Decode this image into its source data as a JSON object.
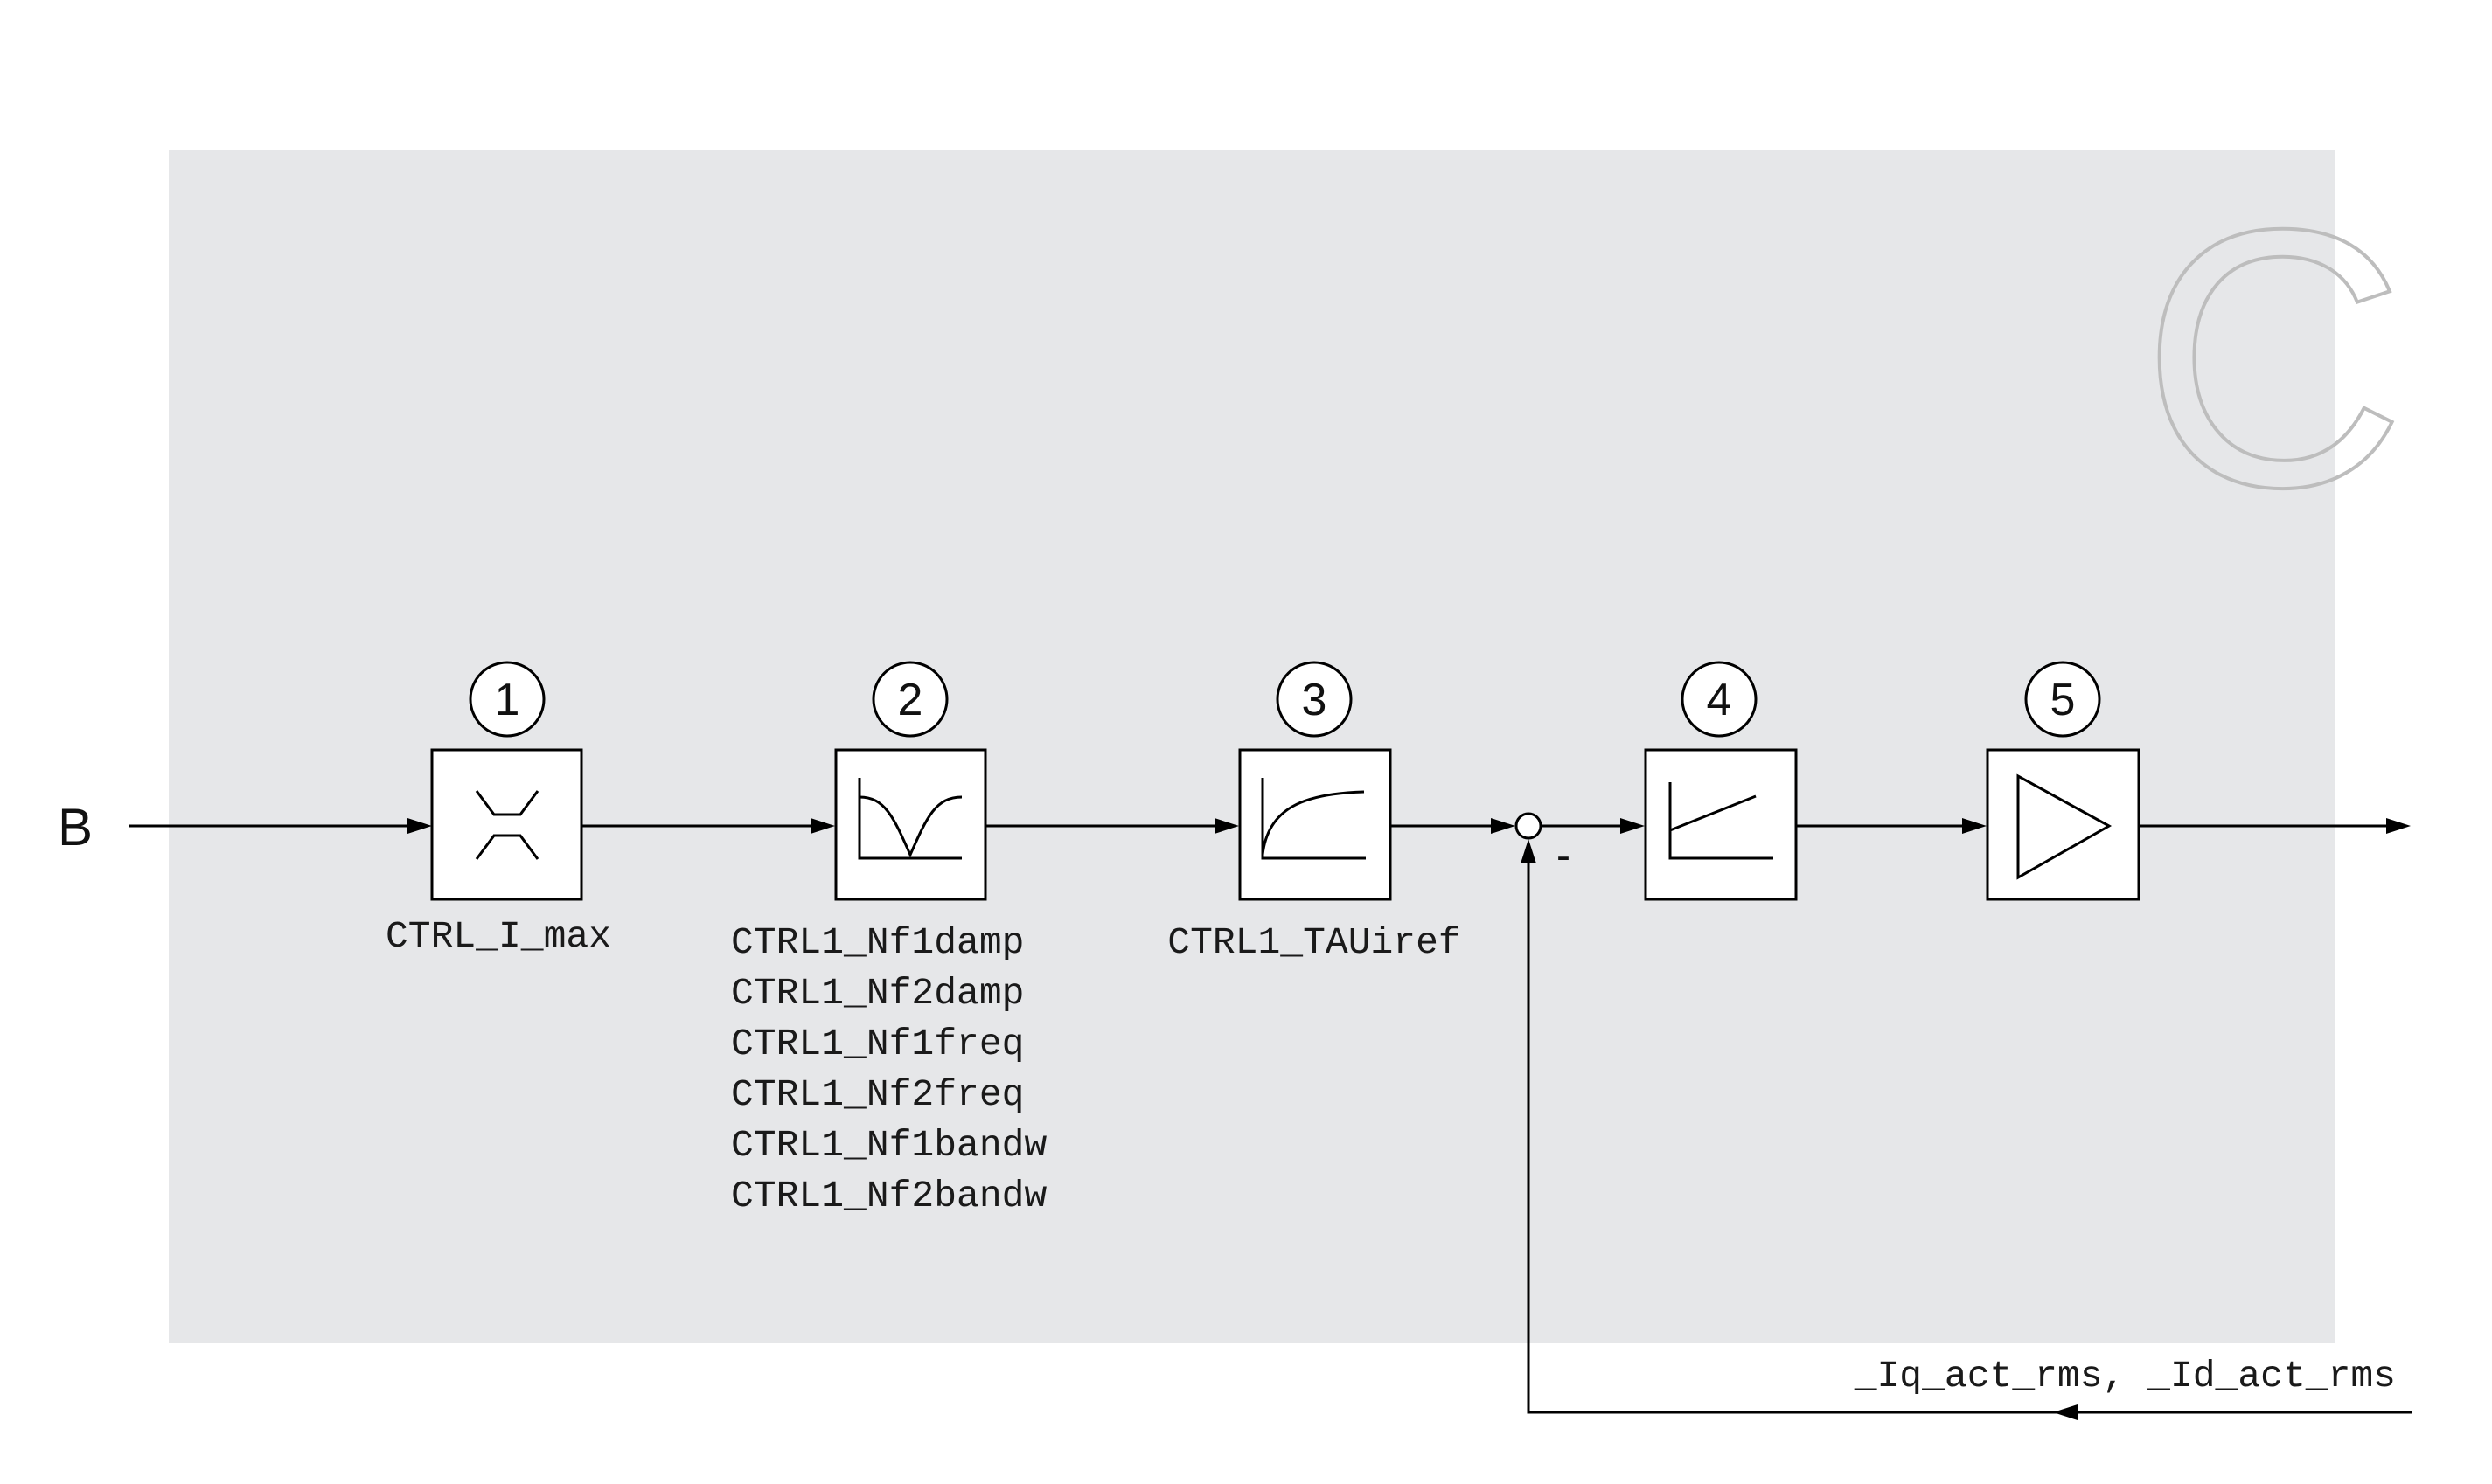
{
  "region_letter": "C",
  "input_label": "B",
  "colors": {
    "panel": "#e6e7e9",
    "region_letter_outline": "#bdbdbd"
  },
  "blocks": [
    {
      "number": "1",
      "icon": "current-limit-icon",
      "params": [
        "CTRL_I_max"
      ]
    },
    {
      "number": "2",
      "icon": "notch-filter-icon",
      "params": [
        "CTRL1_Nf1damp",
        "CTRL1_Nf2damp",
        "CTRL1_Nf1freq",
        "CTRL1_Nf2freq",
        "CTRL1_Nf1bandw",
        "CTRL1_Nf2bandw"
      ]
    },
    {
      "number": "3",
      "icon": "lowpass-filter-icon",
      "params": [
        "CTRL1_TAUiref"
      ]
    },
    {
      "number": "4",
      "icon": "pi-controller-icon",
      "params": []
    },
    {
      "number": "5",
      "icon": "amplifier-icon",
      "params": []
    }
  ],
  "summing_sign": "-",
  "feedback_label": "_Iq_act_rms, _Id_act_rms"
}
